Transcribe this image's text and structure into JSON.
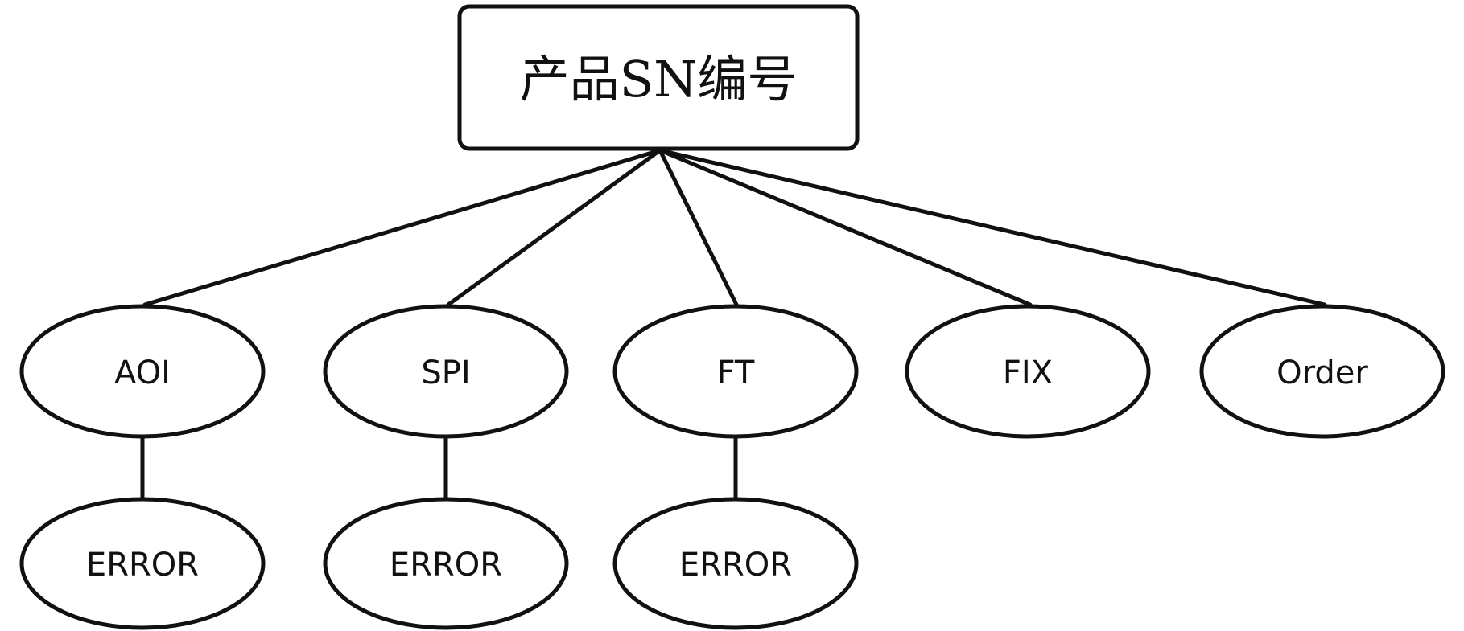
{
  "root": {
    "label": "产品SN编号"
  },
  "stations": [
    {
      "label": "AOI",
      "child": {
        "label": "ERROR"
      }
    },
    {
      "label": "SPI",
      "child": {
        "label": "ERROR"
      }
    },
    {
      "label": "FT",
      "child": {
        "label": "ERROR"
      }
    },
    {
      "label": "FIX"
    },
    {
      "label": "Order"
    }
  ],
  "colors": {
    "stroke": "#111111",
    "fill": "#ffffff",
    "text": "#111111"
  }
}
